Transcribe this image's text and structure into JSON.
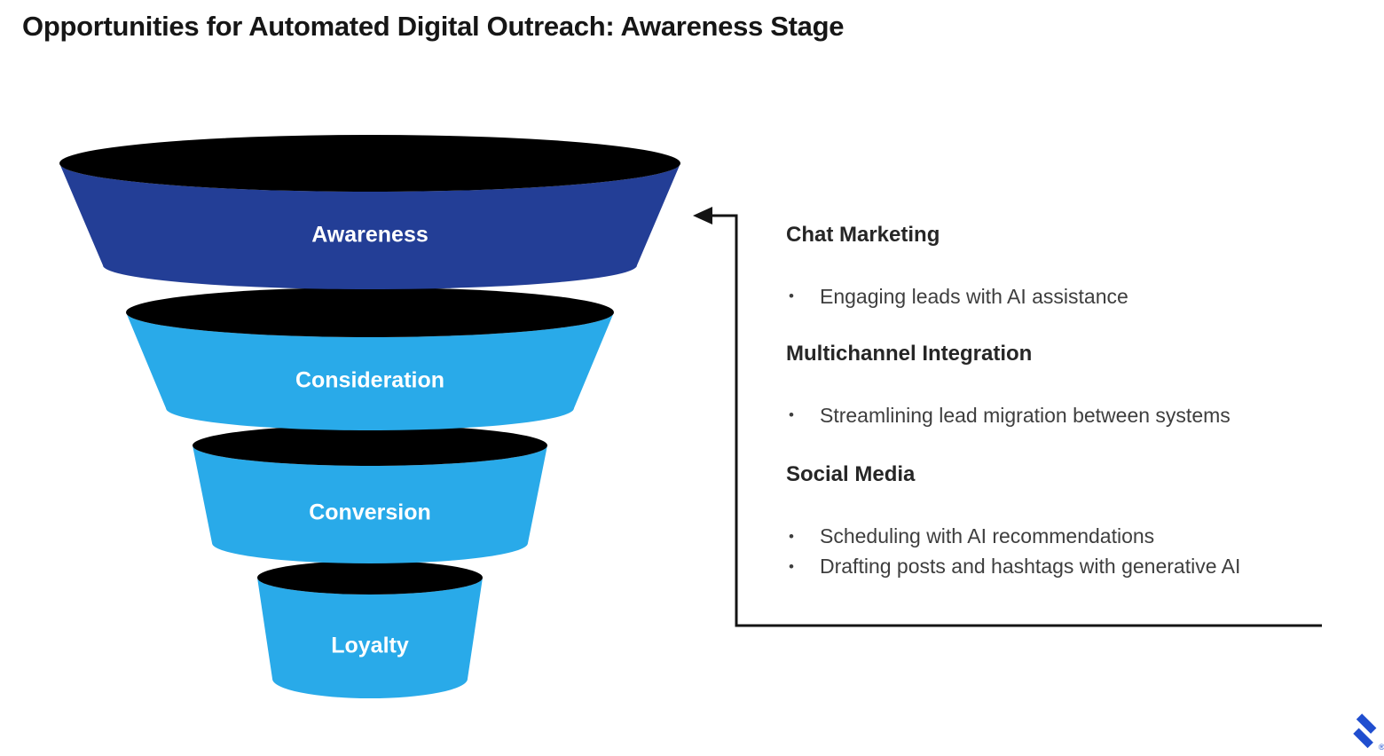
{
  "title": "Opportunities for Automated Digital Outreach: Awareness Stage",
  "funnel": {
    "stages": [
      {
        "label": "Awareness",
        "color": "#233E96"
      },
      {
        "label": "Consideration",
        "color": "#29AAE9"
      },
      {
        "label": "Conversion",
        "color": "#29AAE9"
      },
      {
        "label": "Loyalty",
        "color": "#29AAE9"
      }
    ],
    "top_face_color": "#000000"
  },
  "panel": {
    "bullet_char": "•",
    "sections": [
      {
        "heading": "Chat Marketing",
        "bullets": [
          "Engaging leads with AI assistance"
        ]
      },
      {
        "heading": "Multichannel Integration",
        "bullets": [
          "Streamlining lead migration between systems"
        ]
      },
      {
        "heading": "Social Media",
        "bullets": [
          "Scheduling with AI recommendations",
          "Drafting posts and hashtags with generative AI"
        ]
      }
    ]
  },
  "connector": {
    "color": "#141414"
  },
  "logo": {
    "name": "toptal-logo",
    "color": "#204ECF",
    "registered_mark": "®"
  }
}
